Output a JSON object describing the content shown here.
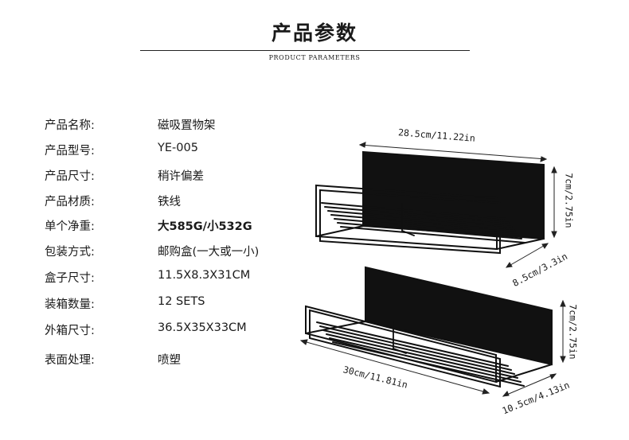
{
  "header": {
    "title": "产品参数",
    "subtitle": "PRODUCT PARAMETERS"
  },
  "params": [
    {
      "label": "产品名称:",
      "value": "磁吸置物架"
    },
    {
      "label": "产品型号:",
      "value": "YE-005"
    },
    {
      "label": "产品尺寸:",
      "value": "稍许偏差"
    },
    {
      "label": "产品材质:",
      "value": "铁线"
    },
    {
      "label": "单个净重:",
      "value": "大585G/小532G"
    },
    {
      "label": "包装方式:",
      "value": "邮购盒(一大或一小)"
    },
    {
      "label": "盒子尺寸:",
      "value": "11.5X8.3X31CM"
    },
    {
      "label": "装箱数量:",
      "value": "12 SETS"
    },
    {
      "label": "外箱尺寸:",
      "value": "36.5X35X33CM"
    },
    {
      "label": "表面处理:",
      "value": "喷塑"
    }
  ],
  "dimensions": {
    "small_width": "28.5cm/11.22in",
    "small_height": "7cm/2.75in",
    "small_depth": "8.5cm/3.3in",
    "large_width": "30cm/11.81in",
    "large_height": "7cm/2.75in",
    "large_depth": "10.5cm/4.13in"
  },
  "colors": {
    "text": "#1a1a1a",
    "product": "#111111",
    "background": "#ffffff"
  }
}
